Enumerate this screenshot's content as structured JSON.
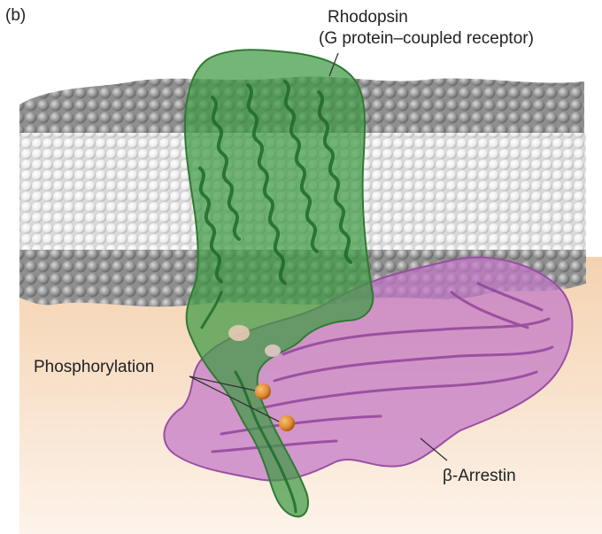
{
  "figure": {
    "panel_label": "(b)",
    "labels": {
      "rhodopsin_name": "Rhodopsin",
      "rhodopsin_type": "(G protein–coupled receptor)",
      "phosphorylation": "Phosphorylation",
      "arrestin": "β-Arrestin"
    },
    "colors": {
      "background_top": "#ffffff",
      "cytosol": "#f6dcc0",
      "lipid_head": "#9a9a9a",
      "lipid_tail": "#f0f0f0",
      "rhodopsin": "#3f9a44",
      "arrestin": "#c277c8",
      "phosphate": "#e08a2c",
      "leader_line": "#333333"
    }
  }
}
